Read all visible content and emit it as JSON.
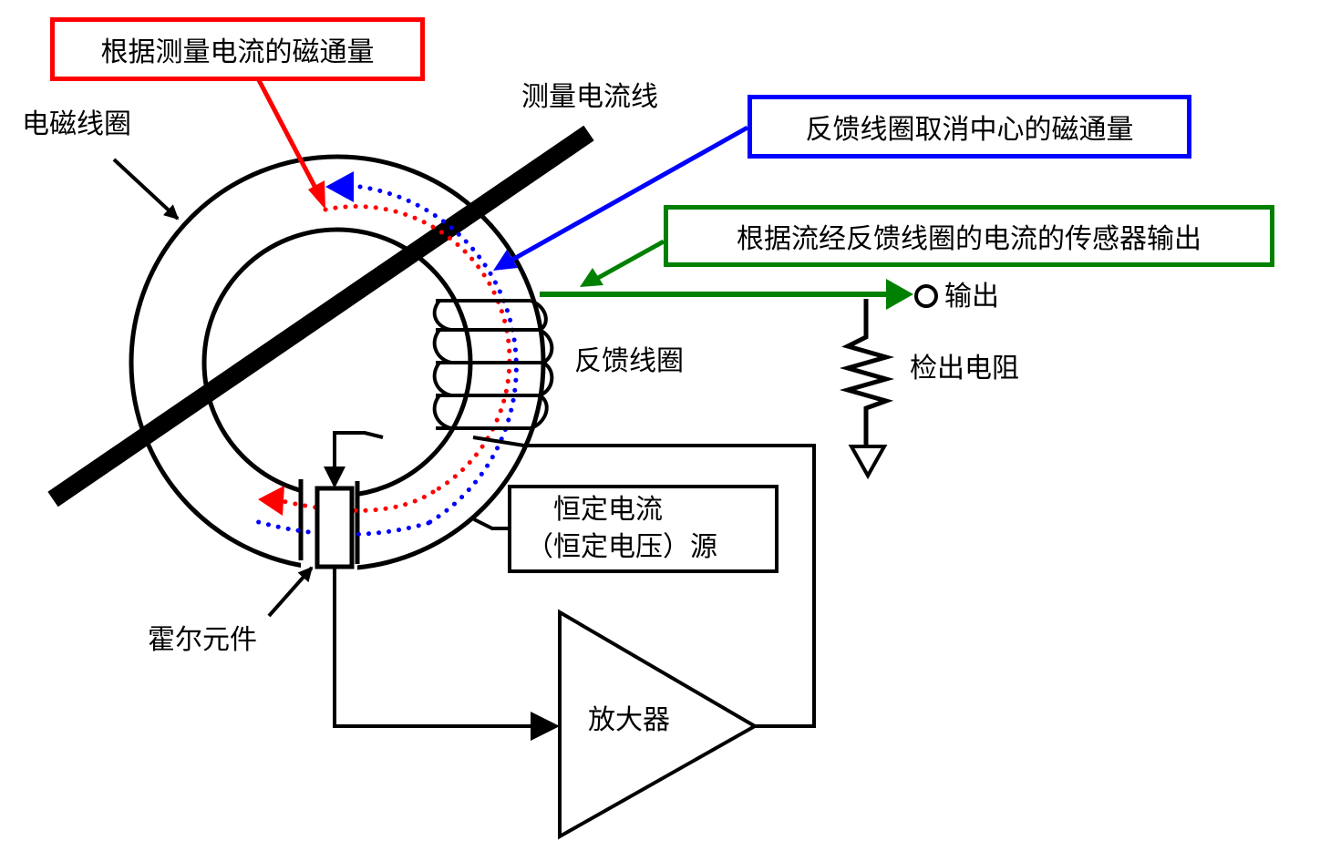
{
  "colors": {
    "red": "#ff0000",
    "blue": "#0000ff",
    "green": "#008000",
    "black": "#000000"
  },
  "callouts": {
    "red": "根据测量电流的磁通量",
    "blue": "反馈线圈取消中心的磁通量",
    "green": "根据流经反馈线圈的电流的传感器输出"
  },
  "labels": {
    "coil": "电磁线圈",
    "wire": "测量电流线",
    "output": "输出",
    "feedback_coil": "反馈线圈",
    "resistor": "检出电阻",
    "source_line1": "恒定电流",
    "source_line2": "（恒定电压）源",
    "hall": "霍尔元件",
    "amplifier": "放大器"
  }
}
